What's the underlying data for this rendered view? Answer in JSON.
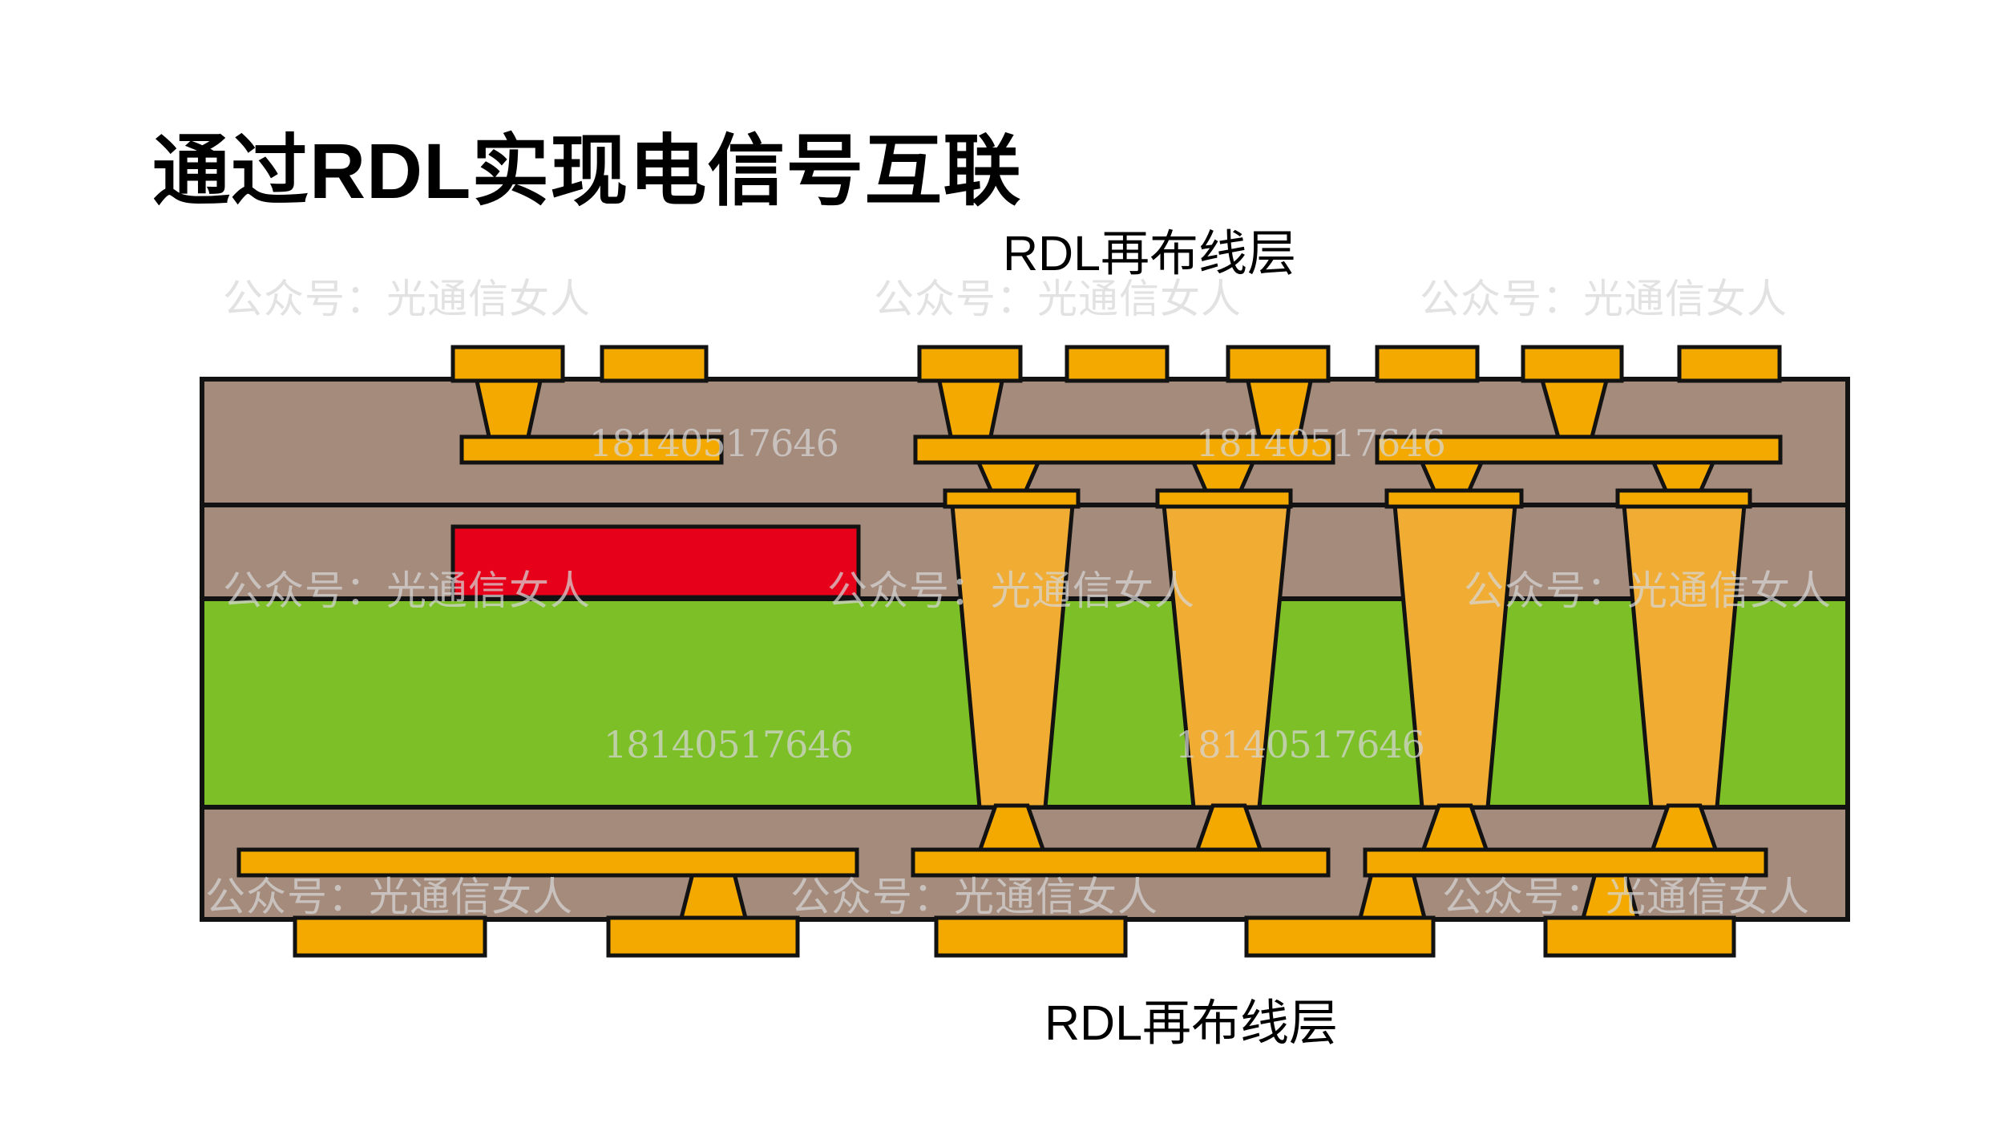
{
  "title": "通过RDL实现电信号互联",
  "labels": {
    "top": "RDL再布线层",
    "bottom": "RDL再布线层"
  },
  "watermarks": {
    "account": "公众号：光通信女人",
    "number": "18140517646"
  },
  "colors": {
    "background": "#FFFFFF",
    "text": "#000000",
    "dielectric": "#A48B7B",
    "substrate": "#7CBF26",
    "copper": "#F3A900",
    "tsv": "#F1AC33",
    "die": "#E60019",
    "outline": "#121212",
    "watermark": "#D7D7D7"
  }
}
